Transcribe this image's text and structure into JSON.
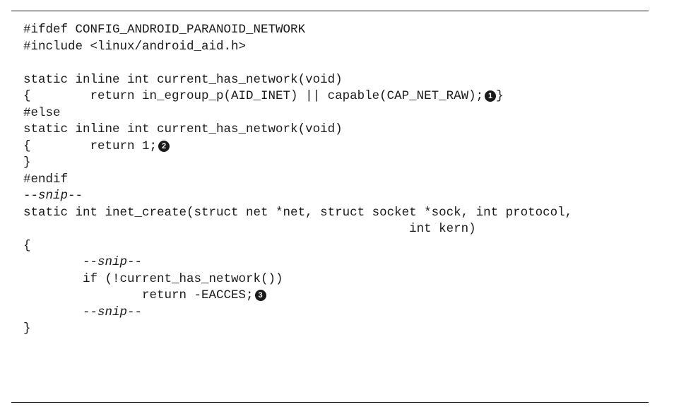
{
  "listing": {
    "lines": [
      {
        "pre": "#ifdef CONFIG_ANDROID_PARANOID_NETWORK"
      },
      {
        "pre": "#include <linux/android_aid.h>"
      },
      {
        "pre": ""
      },
      {
        "pre": "static inline int current_has_network(void)"
      },
      {
        "pre": "{        return in_egroup_p(AID_INET) || capable(CAP_NET_RAW);",
        "marker": "1",
        "post": "}"
      },
      {
        "pre": "#else"
      },
      {
        "pre": "static inline int current_has_network(void)"
      },
      {
        "pre": "{        return 1;",
        "marker": "2"
      },
      {
        "pre": "}"
      },
      {
        "pre": "#endif"
      },
      {
        "pre": "--",
        "snip": "snip",
        "post": "--"
      },
      {
        "pre": "static int inet_create(struct net *net, struct socket *sock, int protocol,"
      },
      {
        "pre": "                                                    int kern)"
      },
      {
        "pre": "{"
      },
      {
        "pre": "        --",
        "snip": "snip",
        "post": "--"
      },
      {
        "pre": "        if (!current_has_network())"
      },
      {
        "pre": "                return -EACCES;",
        "marker": "3"
      },
      {
        "pre": "        --",
        "snip": "snip",
        "post": "--"
      },
      {
        "pre": "}"
      }
    ]
  }
}
